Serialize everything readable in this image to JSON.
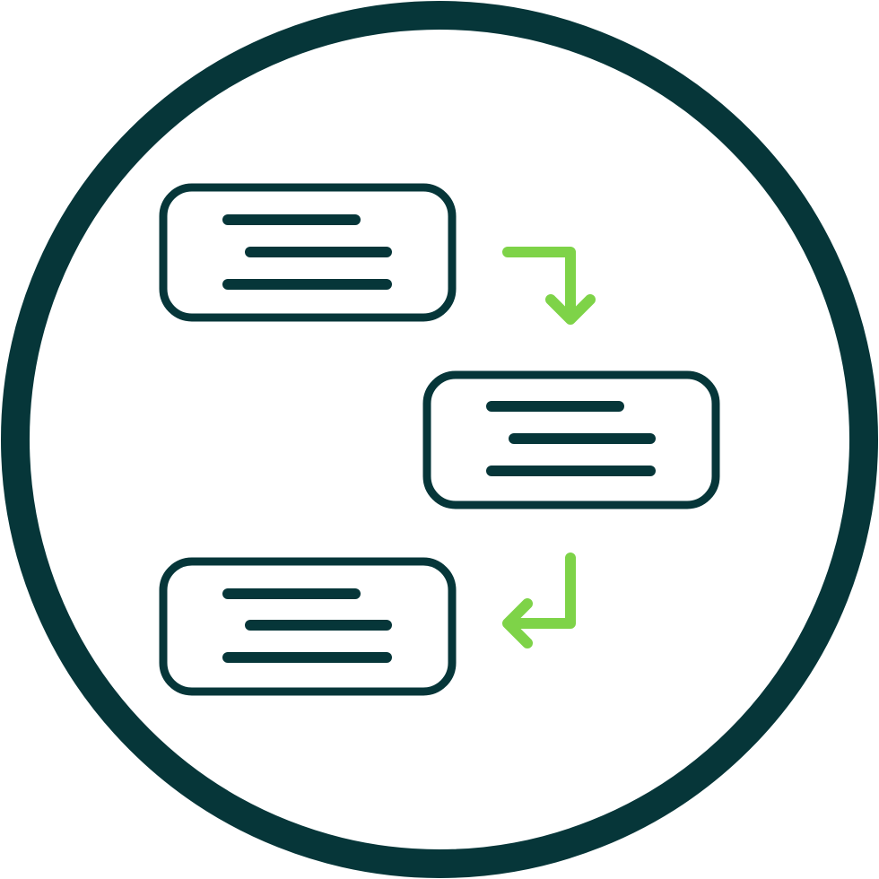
{
  "icon": {
    "name": "workflow-steps-icon",
    "shape": "circle-outline",
    "style": "line",
    "steps": [
      {
        "name": "step-1",
        "lines": 3
      },
      {
        "name": "step-2",
        "lines": 3
      },
      {
        "name": "step-3",
        "lines": 3
      }
    ],
    "connectors": [
      {
        "name": "arrow-right-down-icon",
        "from": "step-1",
        "to": "step-2"
      },
      {
        "name": "arrow-down-left-icon",
        "from": "step-2",
        "to": "step-3"
      }
    ]
  },
  "colors": {
    "outline": "#063639",
    "accent": "#7ed348",
    "background": "#ffffff"
  }
}
